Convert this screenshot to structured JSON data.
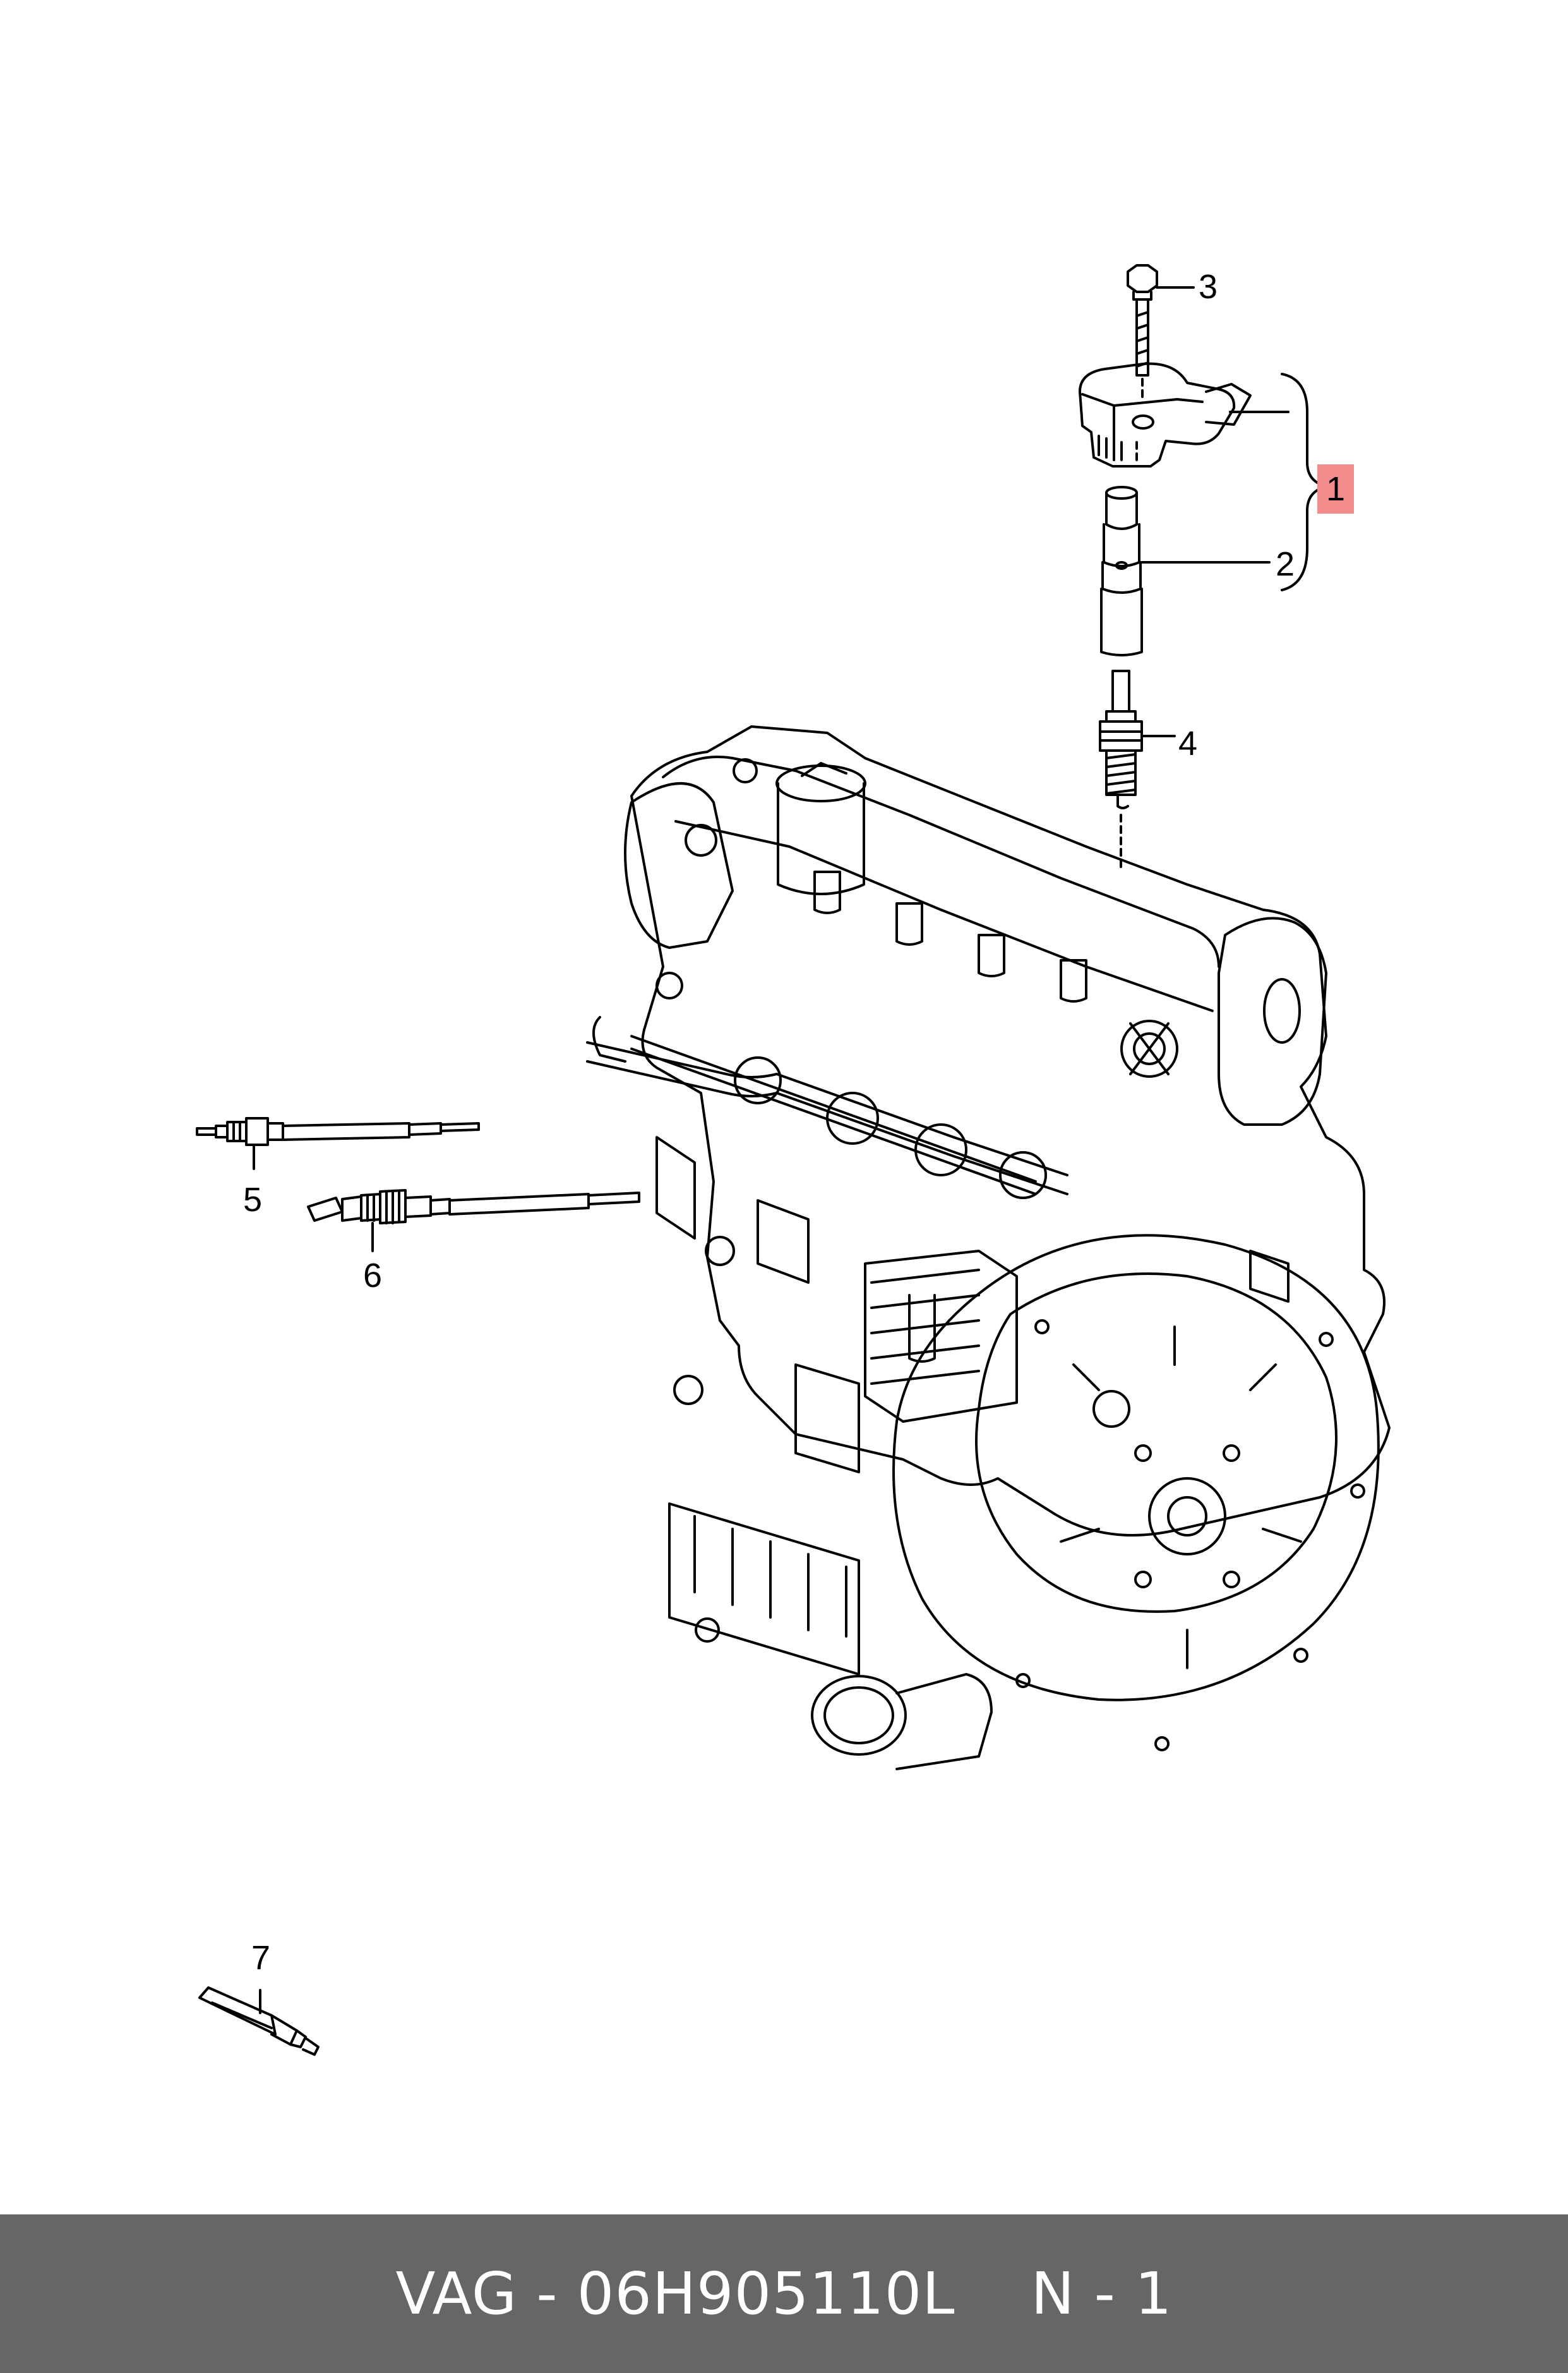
{
  "callouts": [
    {
      "id": "1",
      "label": "1",
      "highlighted": true
    },
    {
      "id": "2",
      "label": "2"
    },
    {
      "id": "3",
      "label": "3"
    },
    {
      "id": "4",
      "label": "4"
    },
    {
      "id": "5",
      "label": "5"
    },
    {
      "id": "6",
      "label": "6"
    },
    {
      "id": "7",
      "label": "7"
    }
  ],
  "footer": {
    "part_ref": "VAG - 06H905110L",
    "quantity": "N - 1"
  },
  "colors": {
    "highlight": "#f28b8b",
    "footer_bg": "#666666",
    "footer_text": "#ffffff",
    "line": "#000000"
  }
}
